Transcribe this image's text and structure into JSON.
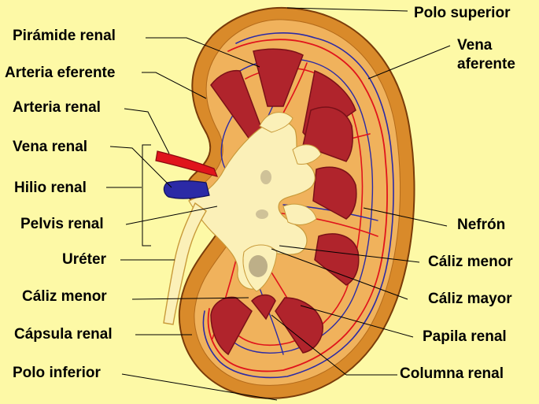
{
  "colors": {
    "background": "#fdf9a6",
    "capsule": "#d98a2a",
    "cortex": "#f0b25c",
    "pelvis": "#fbf0b8",
    "pyramid": "#b0242c",
    "artery": "#e0141c",
    "vein": "#2b2aa6",
    "leader": "#000000"
  },
  "labels": {
    "polo_superior": "Polo superior",
    "vena_aferente": "Vena\naferente",
    "piramide_renal": "Pirámide renal",
    "arteria_eferente": "Arteria eferente",
    "arteria_renal": "Arteria renal",
    "vena_renal": "Vena renal",
    "hilio_renal": "Hilio renal",
    "pelvis_renal": "Pelvis renal",
    "ureter": "Uréter",
    "caliz_menor_left": "Cáliz menor",
    "capsula_renal": "Cápsula renal",
    "polo_inferior": "Polo inferior",
    "nefron": "Nefrón",
    "caliz_menor_right": "Cáliz menor",
    "caliz_mayor": "Cáliz mayor",
    "papila_renal": "Papila renal",
    "columna_renal": "Columna renal"
  }
}
